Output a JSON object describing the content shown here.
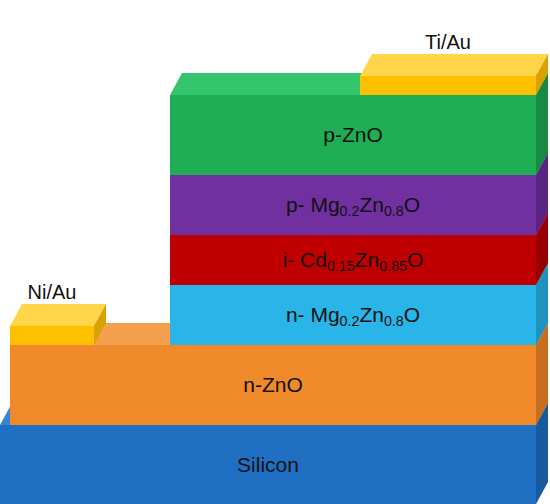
{
  "diagram": {
    "nodes": [
      {
        "text": [
          "Ti/Au"
        ]
      },
      {
        "text": [
          "p-ZnO"
        ]
      },
      {
        "text": [
          "p- Mg0.2Zn0.8O"
        ]
      },
      {
        "text": [
          "i- Cd0.15Zn0.85O"
        ]
      },
      {
        "text": [
          "Ni/Au"
        ]
      },
      {
        "text": [
          "n- Mg0.2Zn0.8O"
        ]
      },
      {
        "text": [
          "n-ZnO"
        ]
      },
      {
        "text": [
          "Silicon"
        ]
      }
    ]
  }
}
